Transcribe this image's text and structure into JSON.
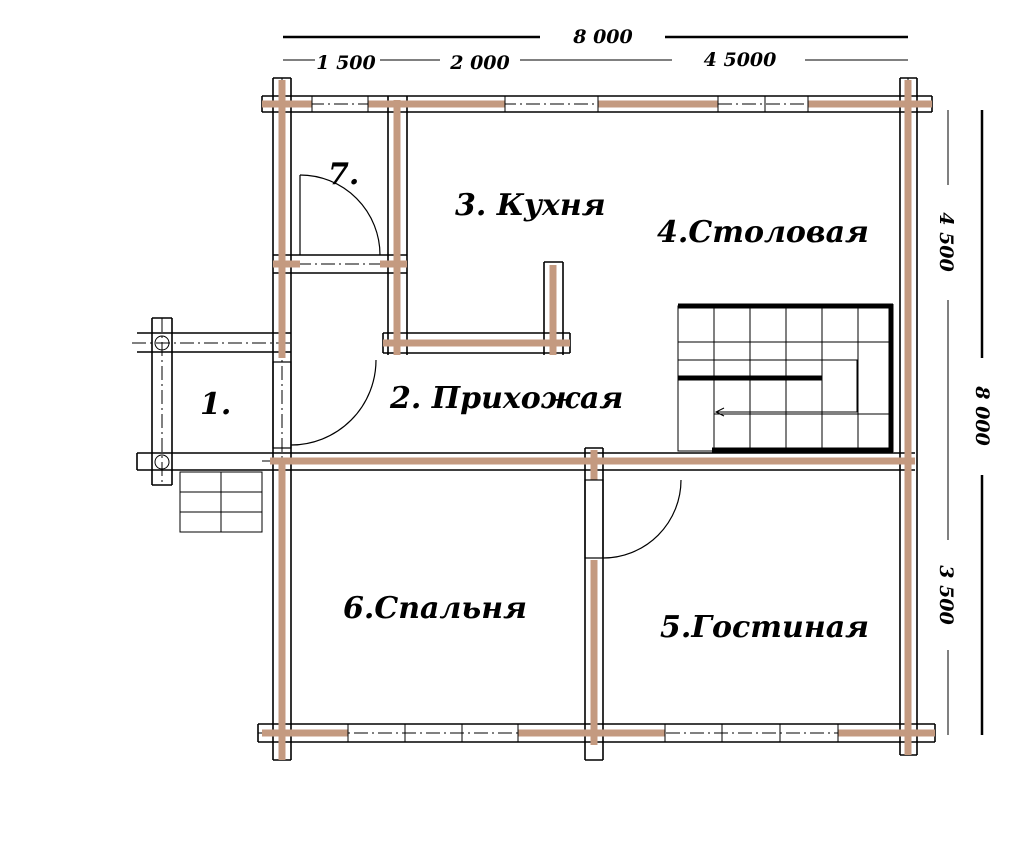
{
  "plan": {
    "rooms": [
      {
        "id": "room-1",
        "label": "1."
      },
      {
        "id": "room-2",
        "label": "2. Прихожая"
      },
      {
        "id": "room-3",
        "label": "3. Кухня"
      },
      {
        "id": "room-4",
        "label": "4.Столовая"
      },
      {
        "id": "room-5",
        "label": "5.Гостиная"
      },
      {
        "id": "room-6",
        "label": "6.Спальня"
      },
      {
        "id": "room-7",
        "label": "7."
      }
    ],
    "dimensions": {
      "top_total": "8 000",
      "top_segment_1": "1 500",
      "top_segment_2": "2 000",
      "top_segment_3": "4 5000",
      "right_total": "8 000",
      "right_upper": "4 500",
      "right_lower": "3 500"
    },
    "colors": {
      "beam": "#c49a80",
      "line": "#000000",
      "background": "#ffffff"
    }
  }
}
